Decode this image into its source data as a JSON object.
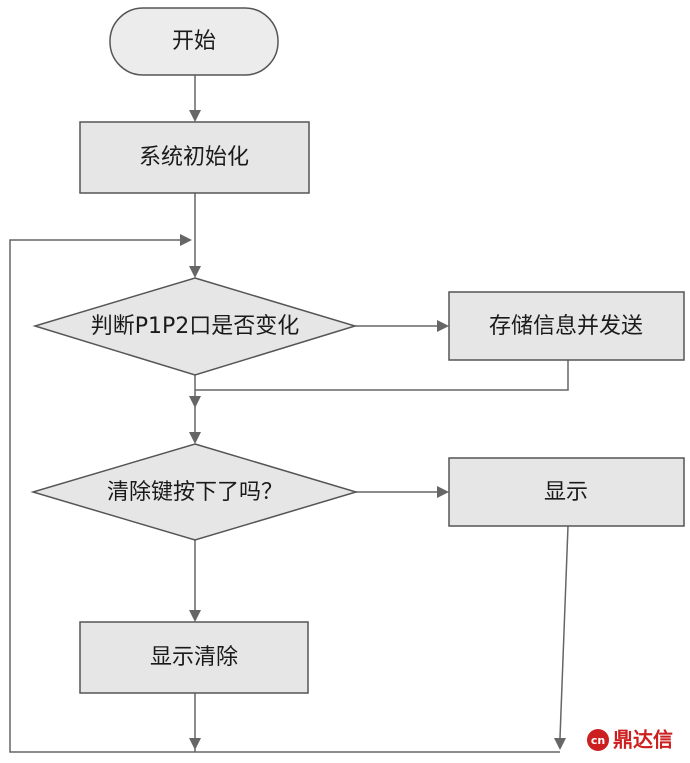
{
  "flowchart": {
    "nodes": {
      "start": "开始",
      "init": "系统初始化",
      "check_ports": "判断P1P2口是否变化",
      "store_send": "存储信息并发送",
      "check_clear": "清除键按下了吗？",
      "display": "显示",
      "clear_display": "显示清除"
    }
  },
  "watermark": {
    "text": "鼎达信",
    "color": "#cc1f1f"
  }
}
